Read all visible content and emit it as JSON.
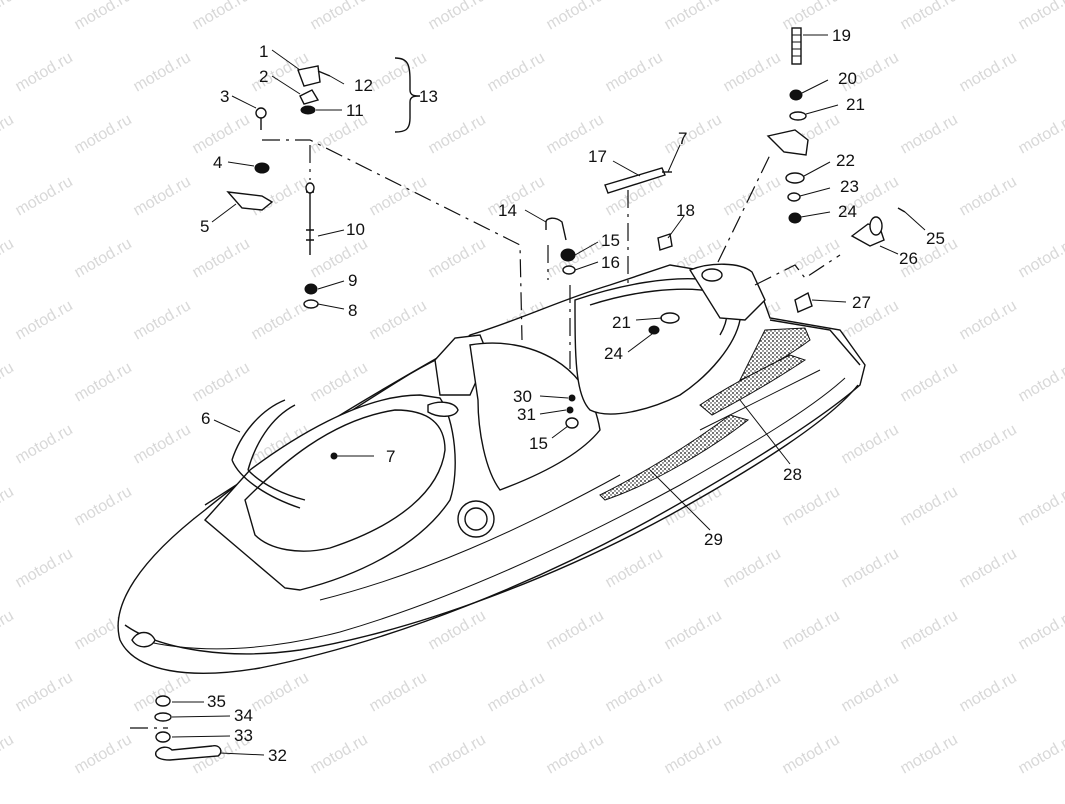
{
  "watermark": "motod.ru",
  "callouts": [
    {
      "id": "c1",
      "text": "1"
    },
    {
      "id": "c2",
      "text": "2"
    },
    {
      "id": "c3",
      "text": "3"
    },
    {
      "id": "c4",
      "text": "4"
    },
    {
      "id": "c5",
      "text": "5"
    },
    {
      "id": "c6",
      "text": "6"
    },
    {
      "id": "c7a",
      "text": "7"
    },
    {
      "id": "c7b",
      "text": "7"
    },
    {
      "id": "c8",
      "text": "8"
    },
    {
      "id": "c9",
      "text": "9"
    },
    {
      "id": "c10",
      "text": "10"
    },
    {
      "id": "c11",
      "text": "11"
    },
    {
      "id": "c12",
      "text": "12"
    },
    {
      "id": "c13",
      "text": "13"
    },
    {
      "id": "c14",
      "text": "14"
    },
    {
      "id": "c15a",
      "text": "15"
    },
    {
      "id": "c15b",
      "text": "15"
    },
    {
      "id": "c16",
      "text": "16"
    },
    {
      "id": "c17",
      "text": "17"
    },
    {
      "id": "c18",
      "text": "18"
    },
    {
      "id": "c19",
      "text": "19"
    },
    {
      "id": "c20",
      "text": "20"
    },
    {
      "id": "c21a",
      "text": "21"
    },
    {
      "id": "c21b",
      "text": "21"
    },
    {
      "id": "c22",
      "text": "22"
    },
    {
      "id": "c23",
      "text": "23"
    },
    {
      "id": "c24a",
      "text": "24"
    },
    {
      "id": "c24b",
      "text": "24"
    },
    {
      "id": "c25",
      "text": "25"
    },
    {
      "id": "c26",
      "text": "26"
    },
    {
      "id": "c27",
      "text": "27"
    },
    {
      "id": "c28",
      "text": "28"
    },
    {
      "id": "c29",
      "text": "29"
    },
    {
      "id": "c30",
      "text": "30"
    },
    {
      "id": "c31",
      "text": "31"
    },
    {
      "id": "c32",
      "text": "32"
    },
    {
      "id": "c33",
      "text": "33"
    },
    {
      "id": "c34",
      "text": "34"
    },
    {
      "id": "c35",
      "text": "35"
    }
  ]
}
